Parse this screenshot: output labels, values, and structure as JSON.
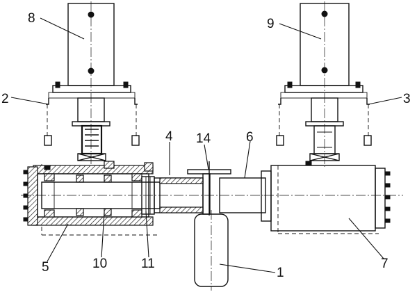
{
  "labels": {
    "p1": "1",
    "p2": "2",
    "p3": "3",
    "p4": "4",
    "p5": "5",
    "p6": "6",
    "p7": "7",
    "p8": "8",
    "p9": "9",
    "p10": "10",
    "p11": "11",
    "p14": "14"
  }
}
